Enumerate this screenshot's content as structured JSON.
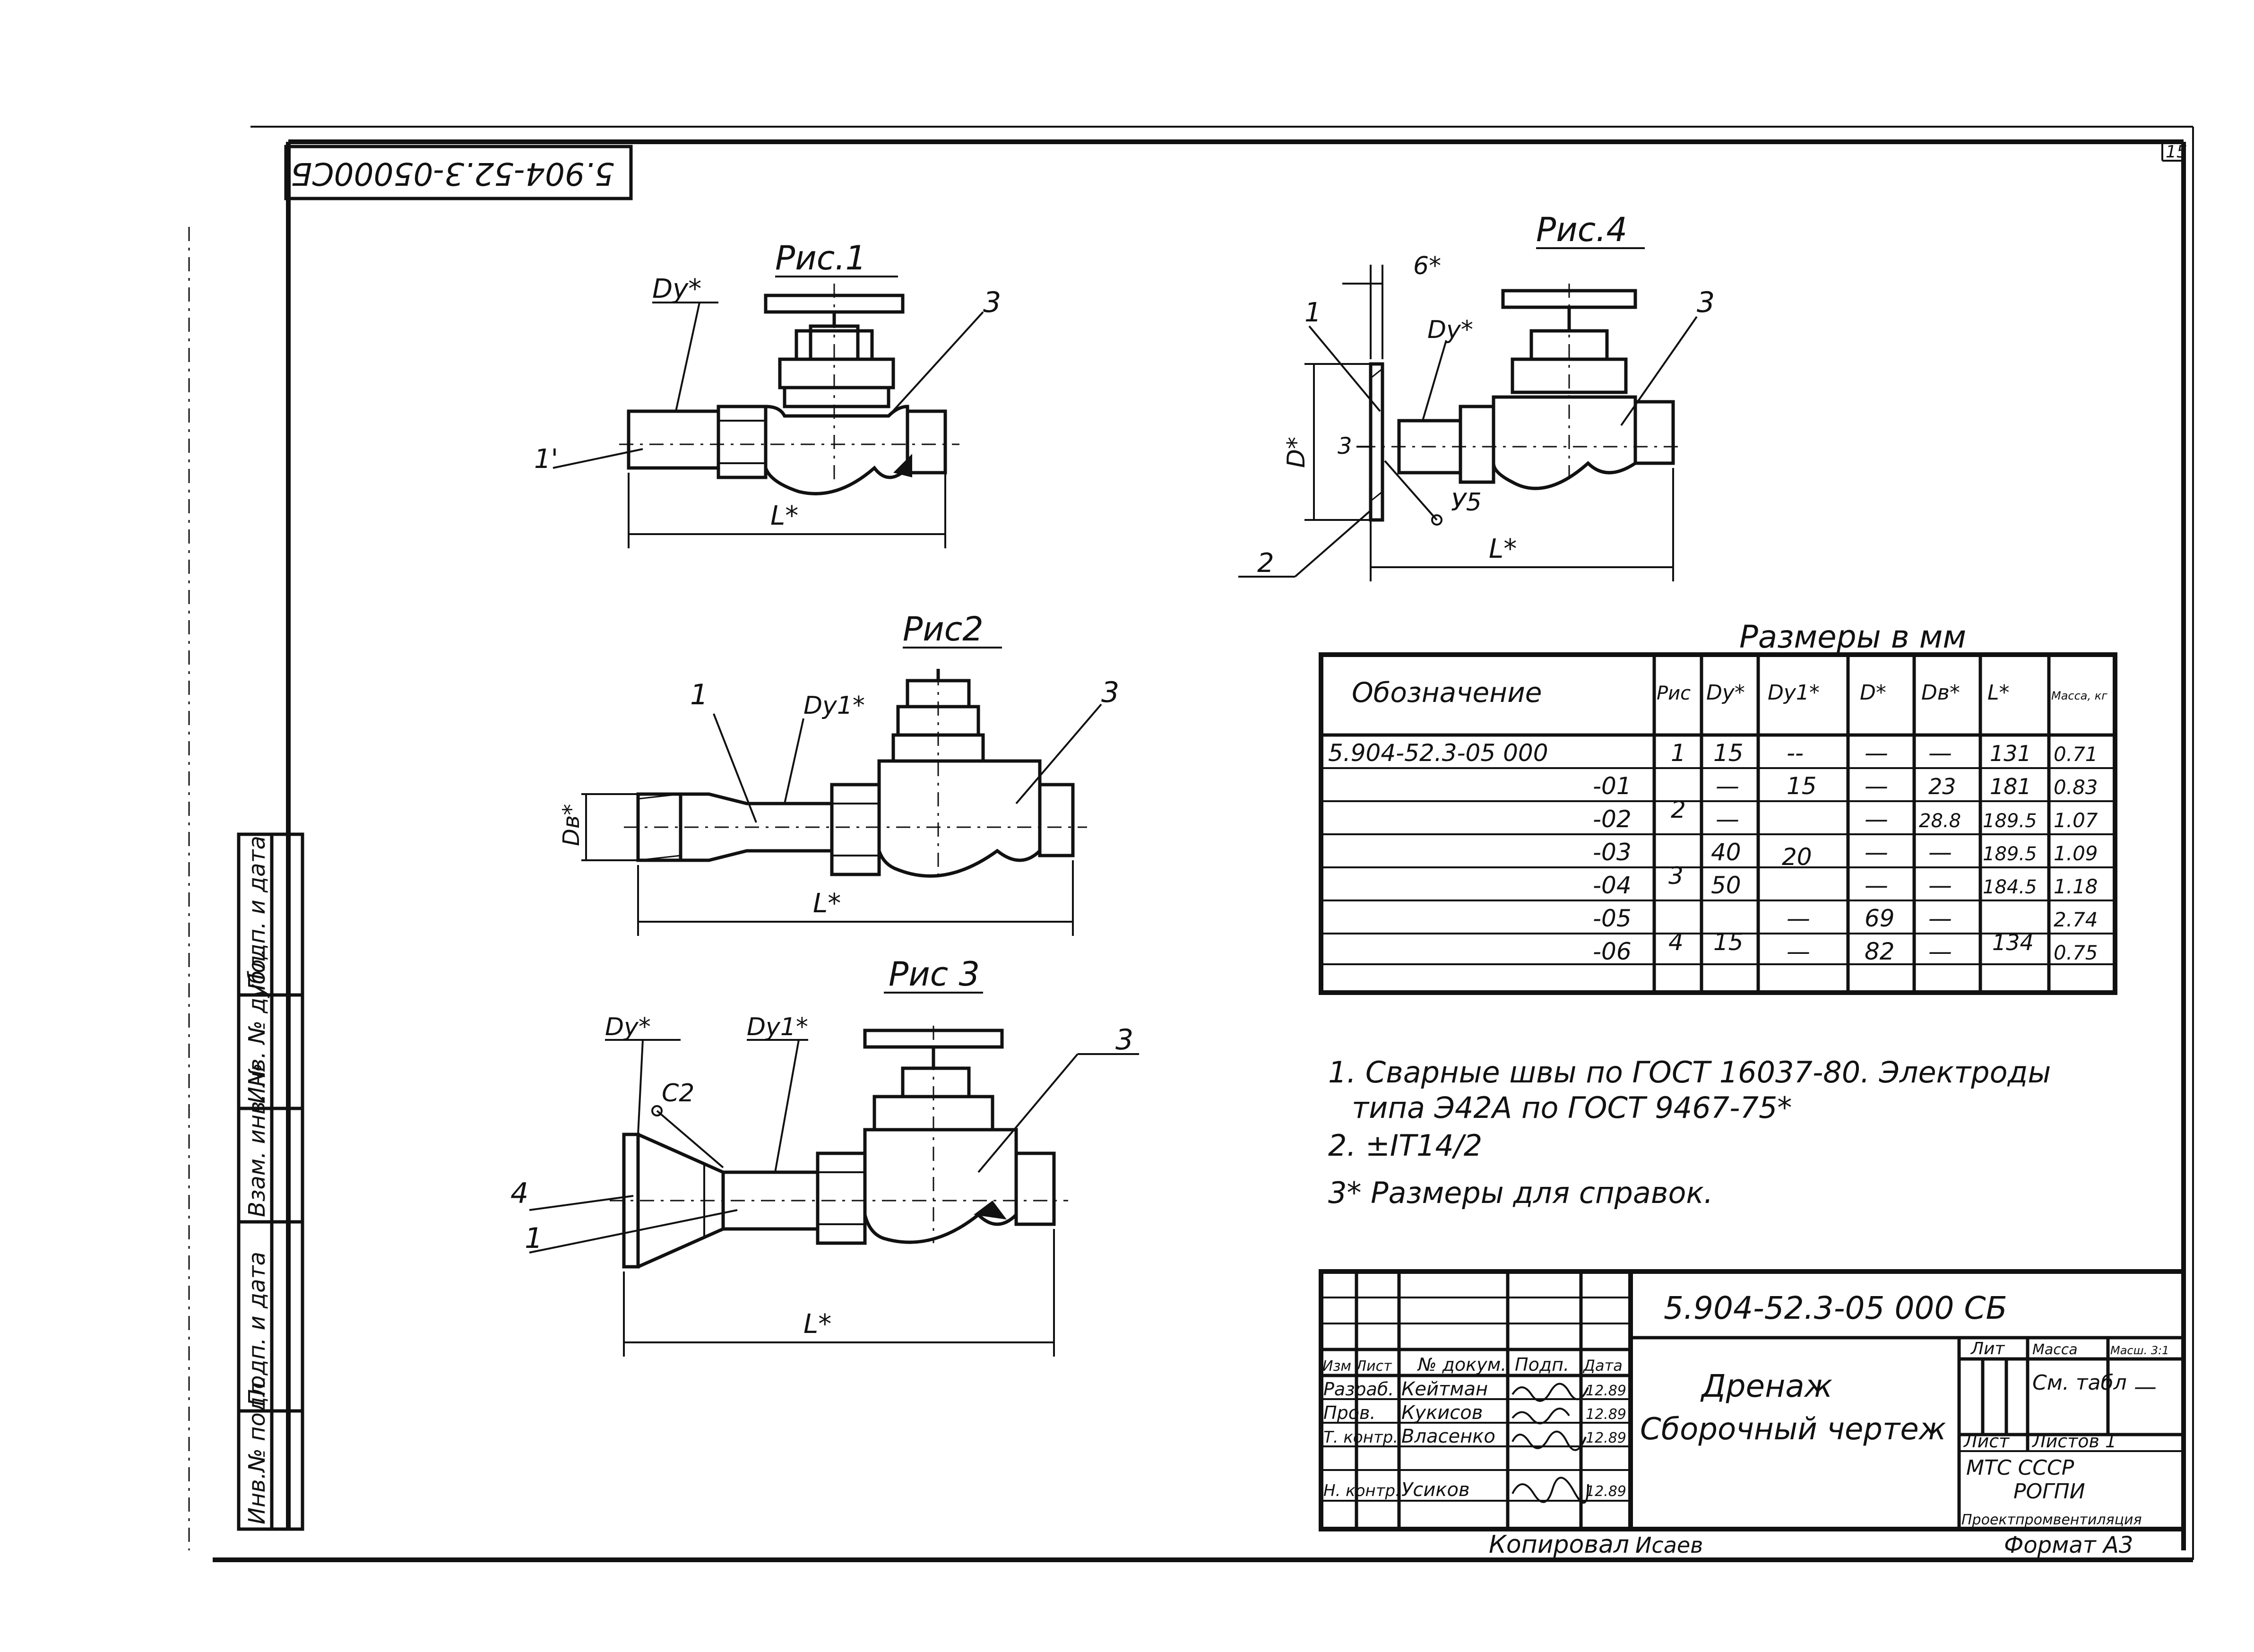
{
  "sheet_number": "15",
  "rotated_code": "5.904-52.3-05000СБ",
  "figures": {
    "fig1": {
      "title": "Рис.1",
      "label_du": "Dу*",
      "label_3": "3",
      "label_1": "1'",
      "label_L": "L*"
    },
    "fig2": {
      "title": "Рис2",
      "label_1": "1",
      "label_du": "Dу1*",
      "label_3": "3",
      "label_d": "Dв*",
      "label_L": "L*"
    },
    "fig3": {
      "title": "Рис 3",
      "label_du_a": "Dу*",
      "label_du_b": "Dу1*",
      "label_c2": "C2",
      "label_3": "3",
      "label_4": "4",
      "label_1": "1",
      "label_L": "L*"
    },
    "fig4": {
      "title": "Рис.4",
      "label_6": "6*",
      "label_1": "1",
      "label_du": "Dу*",
      "label_3a": "3",
      "label_D": "D*",
      "label_3b": "3",
      "label_y5": "У5",
      "label_2": "2",
      "label_L": "L*"
    }
  },
  "table": {
    "caption": "Размеры в мм",
    "headers": [
      "Обозначение",
      "Рис",
      "Dу*",
      "Dу1*",
      "D*",
      "Dв*",
      "L*",
      "Масса, кг"
    ],
    "rows": [
      [
        "5.904-52.3-05 000",
        "1",
        "15",
        "--",
        "—",
        "—",
        "131",
        "0.71"
      ],
      [
        "-01",
        "",
        "—",
        "15",
        "—",
        "23",
        "181",
        "0.83"
      ],
      [
        "-02",
        "2",
        "—",
        "",
        "—",
        "28.8",
        "189.5",
        "1.07"
      ],
      [
        "-03",
        "",
        "40",
        "20",
        "—",
        "—",
        "189.5",
        "1.09"
      ],
      [
        "-04",
        "3",
        "50",
        "",
        "—",
        "—",
        "184.5",
        "1.18"
      ],
      [
        "-05",
        "",
        "",
        "—",
        "69",
        "—",
        "",
        "2.74"
      ],
      [
        "-06",
        "4",
        "15",
        "—",
        "82",
        "—",
        "134",
        "0.75"
      ]
    ]
  },
  "notes": {
    "n1a": "1. Сварные швы по ГОСТ 16037-80. Электроды",
    "n1b": "типа Э42А по ГОСТ 9467-75*",
    "n2": "2. ±IT14/2",
    "n3": "3* Размеры для справок."
  },
  "title_block": {
    "code": "5.904-52.3-05 000 СБ",
    "name1": "Дренаж",
    "name2": "Сборочный чертеж",
    "head": [
      "Изм Лист",
      "№ докум.",
      "Подп.",
      "Дата"
    ],
    "roles": [
      {
        "role": "Разраб.",
        "name": "Кейтман",
        "date": "12.89"
      },
      {
        "role": "Пров.",
        "name": "Кукисов",
        "date": "12.89"
      },
      {
        "role": "Т. контр.",
        "name": "Власенко",
        "date": "12.89"
      },
      {
        "role": "Н. контр.",
        "name": "Усиков",
        "date": "12.89"
      }
    ],
    "lit": "Лит",
    "mass": "Масса",
    "scale": "Масш. 3:1",
    "mass_val": "См. табл",
    "scale_val": "—",
    "sheet": "Лист",
    "sheets": "Листов 1",
    "org1": "МТС СССР",
    "org2": "РОГПИ",
    "org3": "Проектпромвентиляция",
    "copied": "Копировал",
    "copied_name": "Исаев",
    "format": "Формат А3"
  },
  "side_stamp": [
    "Инв.№ подл.",
    "Подп. и дата",
    "Взам. инв. №",
    "Инв. № дубл.",
    "Подп. и дата"
  ]
}
